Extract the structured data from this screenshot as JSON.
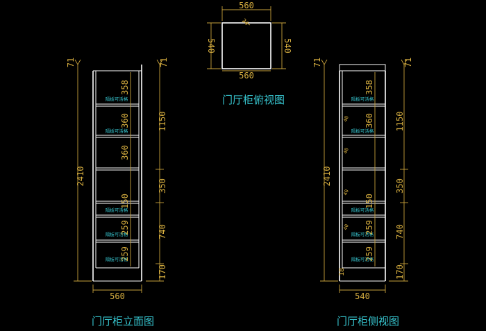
{
  "top_view": {
    "title": "门厅柜俯视图",
    "dim_top": "560",
    "dim_bottom": "560",
    "dim_left": "540",
    "dim_right": "540",
    "mark": "24"
  },
  "front_view": {
    "title": "门厅柜立面图",
    "total_height": "2410",
    "width": "560",
    "mark_top": "71",
    "mark_top_right": "71",
    "seg_inner": [
      "358",
      "360",
      "360",
      "150",
      "259",
      "259"
    ],
    "seg_outer": [
      "1150",
      "350",
      "740",
      "170"
    ],
    "shelf_labels": [
      "隔板可活格",
      "隔板可活格",
      "隔板可活格",
      "隔板可活格",
      "隔板可活格"
    ]
  },
  "side_view": {
    "title": "门厅柜侧视图",
    "total_height": "2410",
    "width": "540",
    "mark_top": "71",
    "mark_top_right": "71",
    "seg_inner": [
      "358",
      "360",
      "150",
      "259",
      "259"
    ],
    "seg_outer": [
      "1150",
      "350",
      "740",
      "170"
    ],
    "small_marks": [
      "40",
      "40",
      "40",
      "40"
    ],
    "bottom_mark": "18",
    "shelf_labels": [
      "隔板可活格",
      "隔板可活格",
      "隔板可活格",
      "隔板可活格",
      "隔板可活格"
    ]
  }
}
